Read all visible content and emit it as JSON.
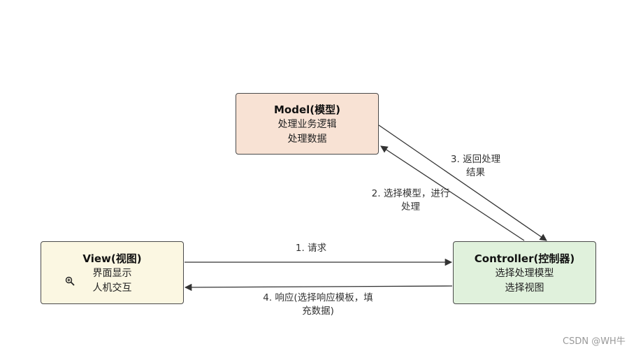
{
  "nodes": {
    "model": {
      "title": "Model(模型)",
      "line1": "处理业务逻辑",
      "line2": "处理数据"
    },
    "view": {
      "title": "View(视图)",
      "line1": "界面显示",
      "line2": "人机交互"
    },
    "controller": {
      "title": "Controller(控制器)",
      "line1": "选择处理模型",
      "line2": "选择视图"
    }
  },
  "edges": {
    "e1": {
      "line1": "1. 请求"
    },
    "e2": {
      "line1": "2. 选择模型，进行",
      "line2": "处理"
    },
    "e3": {
      "line1": "3. 返回处理",
      "line2": "结果"
    },
    "e4": {
      "line1": "4. 响应(选择响应模板，填",
      "line2": "充数据)"
    }
  },
  "watermark": "CSDN @WH牛",
  "colors": {
    "model_fill": "#f8e2d4",
    "view_fill": "#fbf7e2",
    "controller_fill": "#e0f1dc",
    "stroke": "#4a4a4a"
  },
  "icons": {
    "view_icon": "zoom-in-icon"
  }
}
